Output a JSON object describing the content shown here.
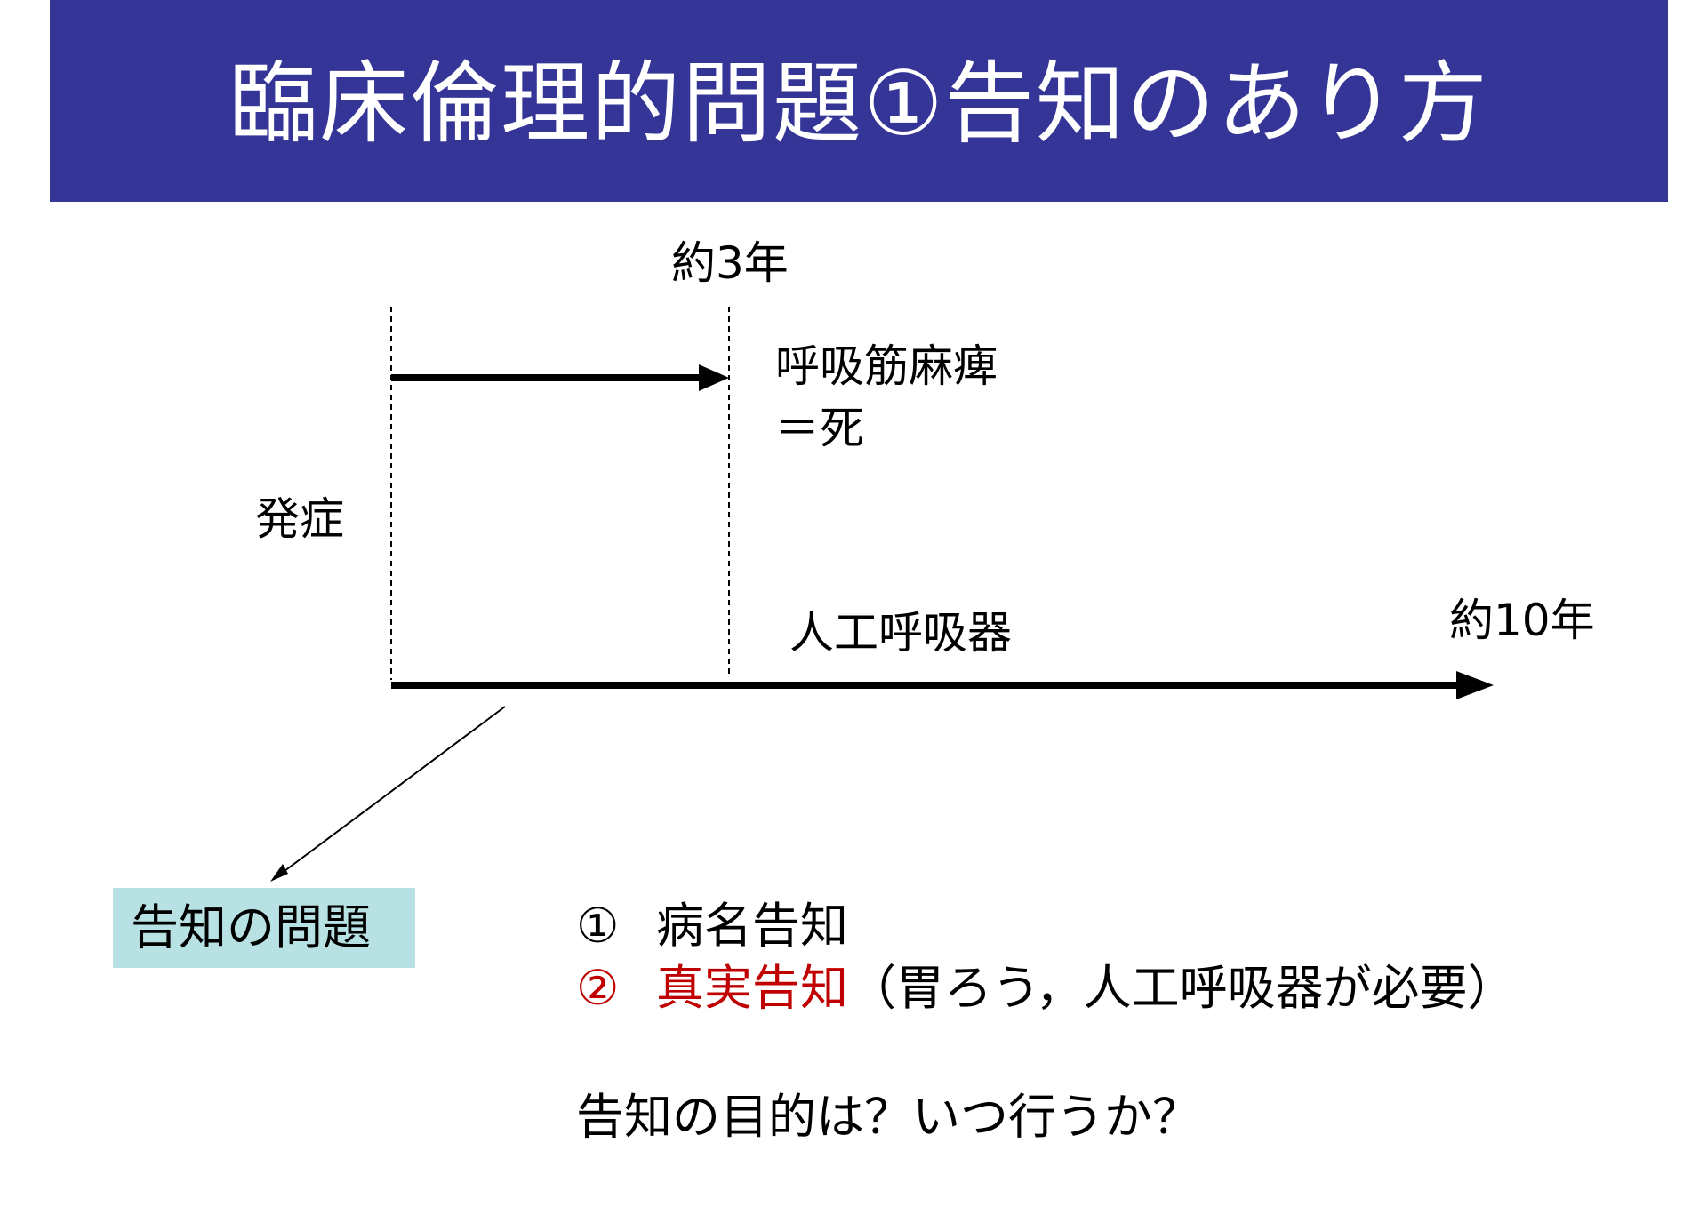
{
  "title": "臨床倫理的問題①告知のあり方",
  "timeline": {
    "duration_short": "約3年",
    "endpoint_short_line1": "呼吸筋麻痺",
    "endpoint_short_line2": "＝死",
    "onset": "発症",
    "ventilator": "人工呼吸器",
    "duration_long": "約10年"
  },
  "callout": "告知の問題",
  "issues": [
    {
      "num": "①",
      "text": "病名告知",
      "note": ""
    },
    {
      "num": "②",
      "text": "真実告知",
      "note": "（胃ろう，人工呼吸器が必要）"
    }
  ],
  "question": "告知の目的は？いつ行うか？",
  "colors": {
    "title_bar": "#353597",
    "callout_bg": "#b7e1e3",
    "emphasis": "#c00000"
  }
}
